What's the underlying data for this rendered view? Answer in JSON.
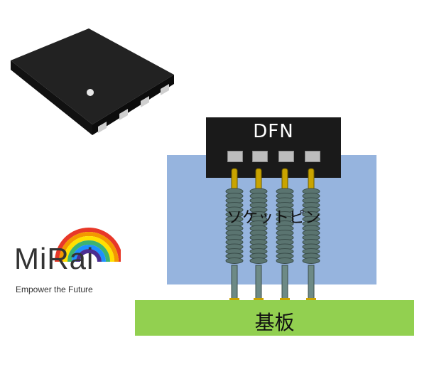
{
  "dfn_label": "DFN",
  "socket_pin_label": "ソケットピン",
  "board_label": "基板",
  "logo": {
    "name": "MiRai",
    "tagline": "Empower the Future"
  },
  "colors": {
    "socket": "#96b4de",
    "board": "#92d050",
    "dfn_body": "#1a1a1a",
    "pin_spring": "#5a7470",
    "pin_tip": "#c9a400"
  }
}
